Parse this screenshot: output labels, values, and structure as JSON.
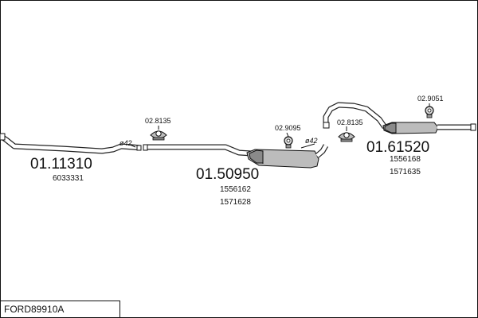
{
  "diagram_code": "FORD89910A",
  "parts": [
    {
      "number": "01.11310",
      "refs": [
        "6033331"
      ]
    },
    {
      "number": "01.50950",
      "refs": [
        "1556162",
        "1571628"
      ]
    },
    {
      "number": "01.61520",
      "refs": [
        "1556168",
        "1571635"
      ]
    }
  ],
  "fittings": [
    {
      "number": "02.8135",
      "kind": "hanger"
    },
    {
      "number": "02.9095",
      "kind": "clamp"
    },
    {
      "number": "02.8135",
      "kind": "hanger"
    },
    {
      "number": "02.9051",
      "kind": "clamp"
    }
  ],
  "diameters": [
    {
      "label": "ø42"
    },
    {
      "label": "ø42"
    }
  ]
}
